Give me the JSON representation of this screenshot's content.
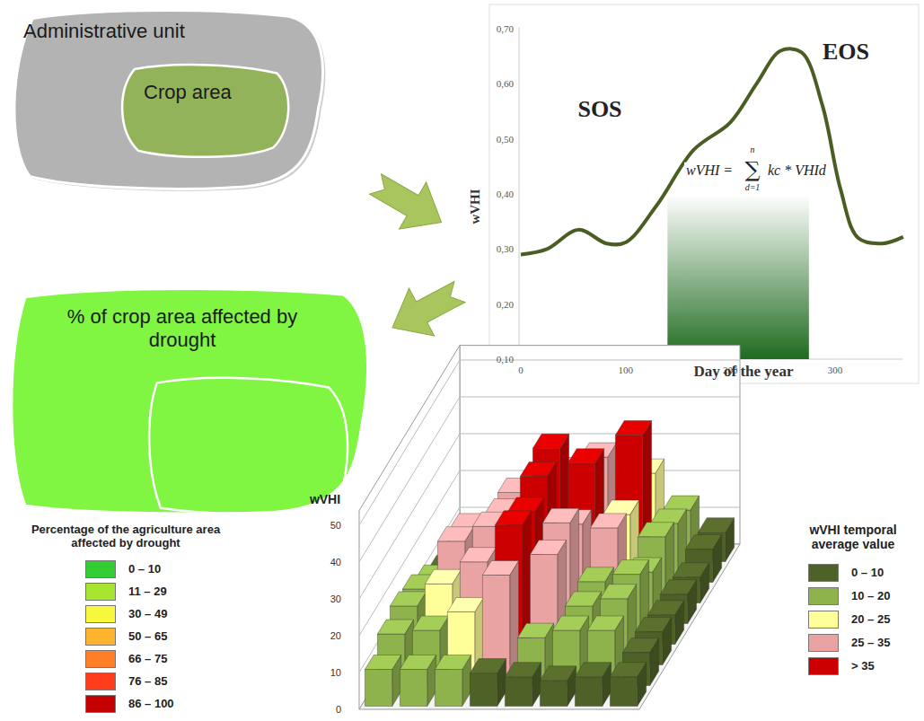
{
  "diagram": {
    "nodes": [
      {
        "text": [
          "Administrative unit"
        ]
      },
      {
        "text": [
          "Crop area"
        ],
        "in": 0
      },
      {
        "text": [
          "% of crop area affected by drought"
        ]
      }
    ],
    "labels": [
      "0,70",
      "0,60",
      "0,50",
      "0,40",
      "0,30",
      "0,20",
      "0,10",
      "0",
      "100",
      "200",
      "300",
      "wVHI",
      "Day of the year",
      "SOS",
      "EOS",
      "wVHI =",
      "n",
      "∑",
      "d=1",
      "kc * VHId",
      "Percentage of the agriculture area affected by drought",
      "wVHI",
      "0",
      "10",
      "20",
      "30",
      "40",
      "50",
      "wVHI temporal average value"
    ],
    "legend": [
      {
        "text": "0 – 10",
        "color": "#33cc33"
      },
      {
        "text": "11 – 29",
        "color": "#a6e630"
      },
      {
        "text": "30 – 49",
        "color": "#f7f73c"
      },
      {
        "text": "50 – 65",
        "color": "#ffb42e"
      },
      {
        "text": "66 – 75",
        "color": "#ff7f27"
      },
      {
        "text": "76 – 85",
        "color": "#ff3b1c"
      },
      {
        "text": "86 – 100",
        "color": "#c40000"
      },
      {
        "text": "0 – 10",
        "color": "#4e6126"
      },
      {
        "text": "10 – 20",
        "color": "#8fb34c"
      },
      {
        "text": "20 – 25",
        "color": "#ffff99"
      },
      {
        "text": "25 – 35",
        "color": "#e9a3a3"
      },
      {
        "text": "> 35",
        "color": "#cc0000"
      }
    ]
  }
}
